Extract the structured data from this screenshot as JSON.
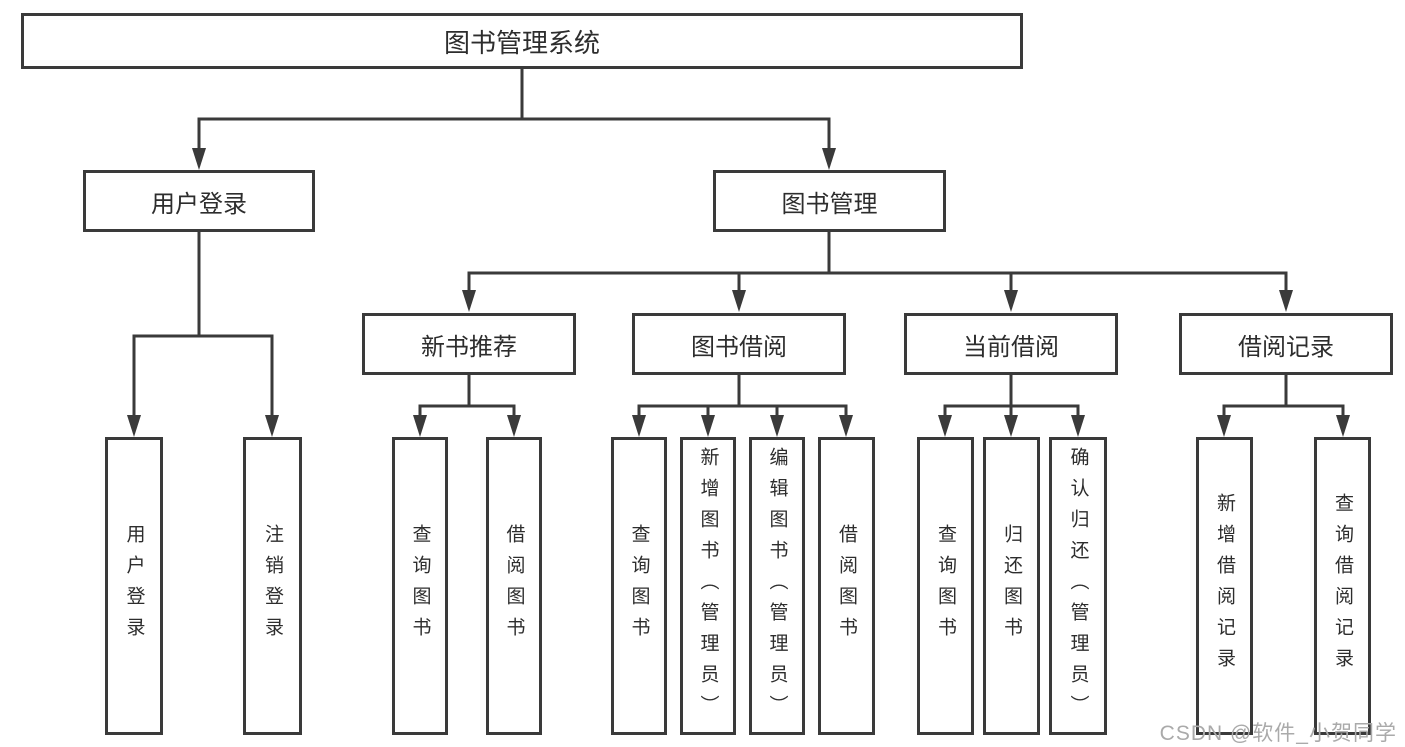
{
  "tree": {
    "root": "图书管理系统",
    "level2": [
      {
        "label": "用户登录",
        "children": [
          "用户登录",
          "注销登录"
        ]
      },
      {
        "label": "图书管理"
      }
    ],
    "level3": [
      {
        "label": "新书推荐",
        "children": [
          "查询图书",
          "借阅图书"
        ]
      },
      {
        "label": "图书借阅",
        "children": [
          "查询图书",
          "新增图书（管理员）",
          "编辑图书（管理员）",
          "借阅图书"
        ]
      },
      {
        "label": "当前借阅",
        "children": [
          "查询图书",
          "归还图书",
          "确认归还（管理员）"
        ]
      },
      {
        "label": "借阅记录",
        "children": [
          "新增借阅记录",
          "查询借阅记录"
        ]
      }
    ]
  },
  "watermark": {
    "text": "CSDN @软件_小贺同学"
  },
  "colors": {
    "line": "#3a3a3a",
    "box_border": "#3a3a3a",
    "text": "#2d2d2d",
    "watermark": "#aaaaaa",
    "background": "#ffffff"
  }
}
